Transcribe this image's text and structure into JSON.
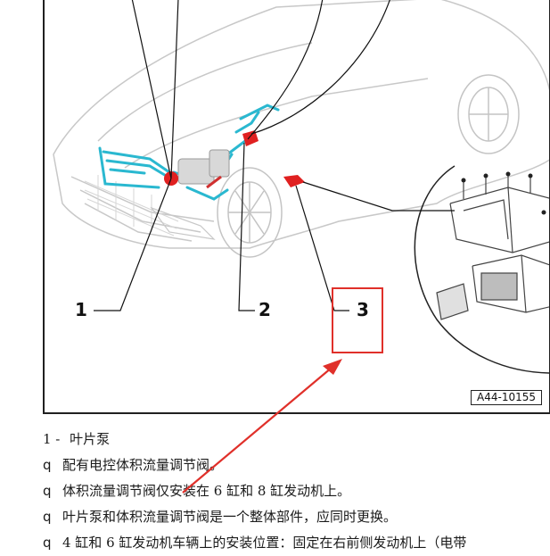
{
  "figure": {
    "callouts": [
      {
        "number": "1"
      },
      {
        "number": "2"
      },
      {
        "number": "3"
      }
    ],
    "figure_id": "A44-10155"
  },
  "legend": {
    "item_number": "1 -",
    "item_title": "叶片泵",
    "bullets": [
      {
        "marker": "q",
        "text": "配有电控体积流量调节阀。"
      },
      {
        "marker": "q",
        "text": "体积流量调节阀仅安装在 6 缸和 8 缸发动机上。"
      },
      {
        "marker": "q",
        "text": "叶片泵和体积流量调节阀是一个整体部件，应同时更换。"
      },
      {
        "marker": "q",
        "text": "4 缸和 6 缸发动机车辆上的安装位置：固定在右前侧发动机上（电带"
      }
    ]
  },
  "colors": {
    "highlight": "#e0302a",
    "component_cyan": "#2ab8d0",
    "component_red": "#e02020"
  }
}
